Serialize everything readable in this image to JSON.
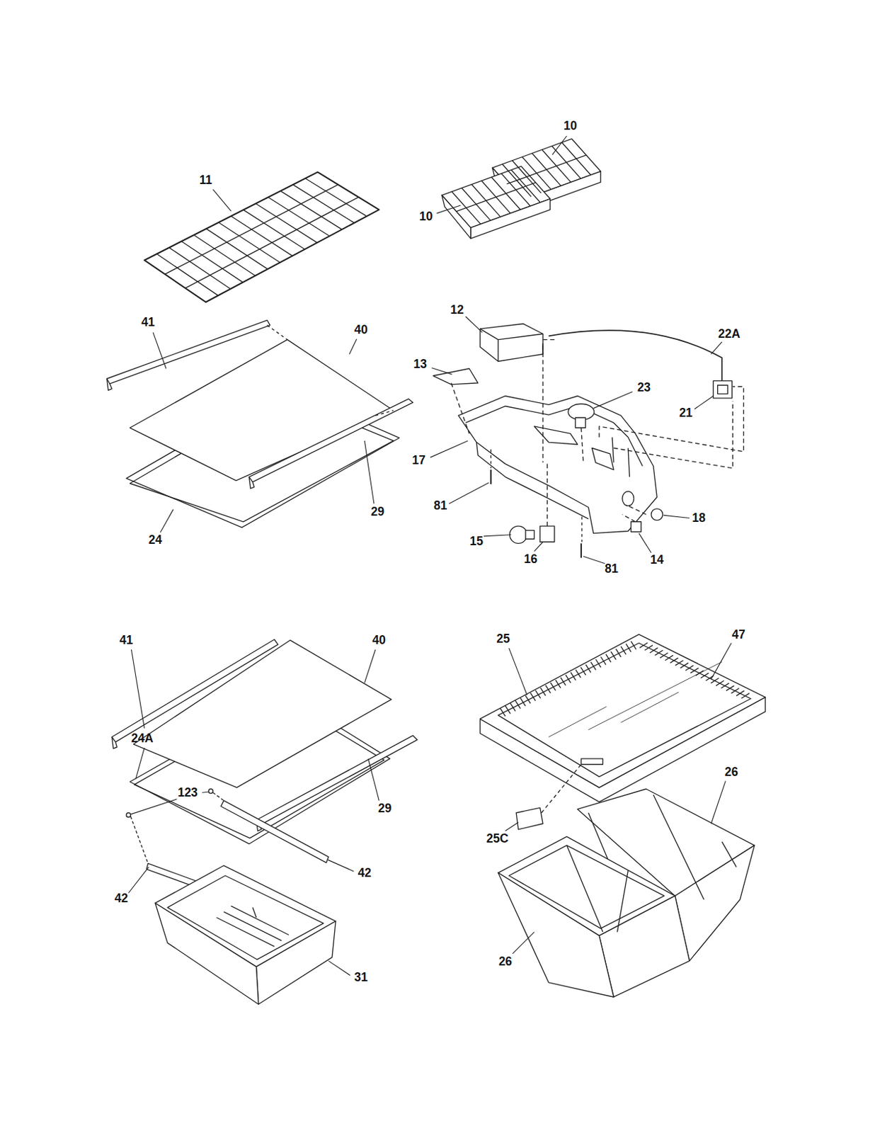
{
  "diagram": {
    "labels": [
      "10",
      "11",
      "10",
      "41",
      "40",
      "12",
      "22A",
      "13",
      "23",
      "21",
      "17",
      "29",
      "81",
      "18",
      "24",
      "15",
      "16",
      "14",
      "81",
      "41",
      "40",
      "25",
      "47",
      "24A",
      "123",
      "29",
      "26",
      "42",
      "25C",
      "42",
      "26",
      "31"
    ]
  }
}
